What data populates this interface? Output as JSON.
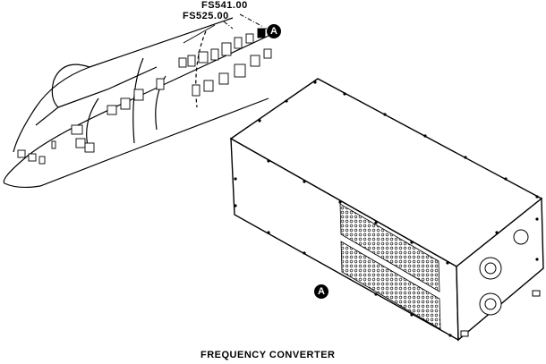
{
  "labels": {
    "station_upper": "FS541.00",
    "station_lower": "FS525.00",
    "callout_aircraft": "A",
    "callout_unit": "A",
    "caption": "FREQUENCY CONVERTER"
  }
}
